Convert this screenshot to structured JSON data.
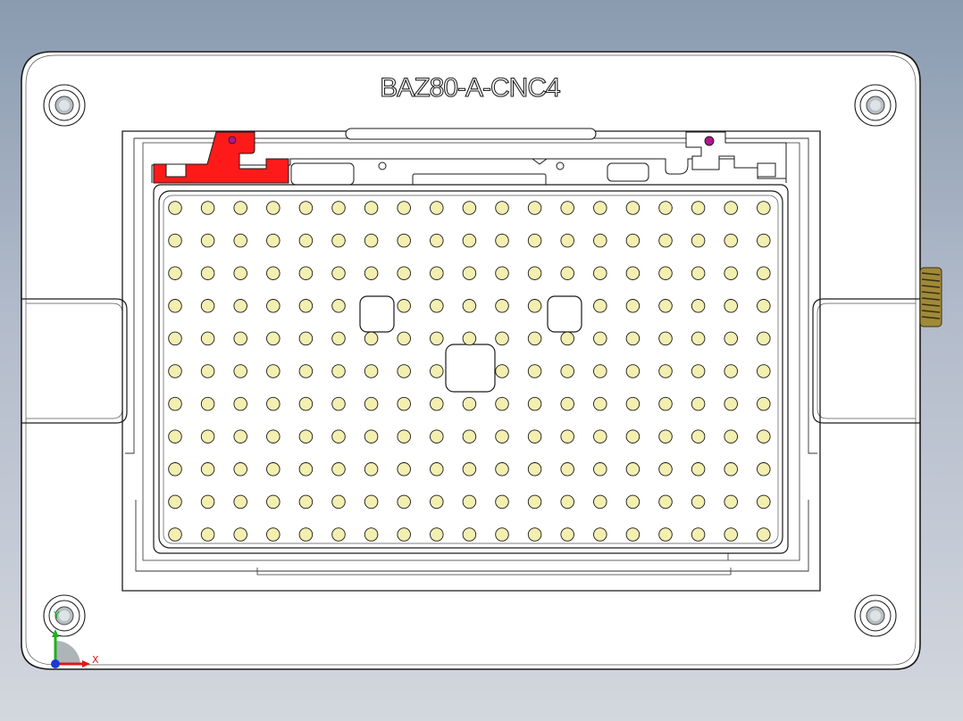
{
  "viewport": {
    "part_label": "BAZ80-A-CNC4",
    "colors": {
      "background_top": "#8a9bb0",
      "background_bottom": "#d3d7de",
      "plate_fill": "#ffffff",
      "edge_line": "#1a1a1a",
      "hole_fill": "#f3efb0",
      "highlight_red": "#ff1a1a",
      "pin_purple": "#b0168f",
      "thread_brass": "#a08a3a"
    },
    "hole_grid": {
      "rows": 11,
      "columns": 19
    },
    "triad": {
      "x_label": "X",
      "y_label": "Y",
      "x_color": "#e01818",
      "y_color": "#20b020",
      "z_color": "#1a3ad6"
    }
  }
}
